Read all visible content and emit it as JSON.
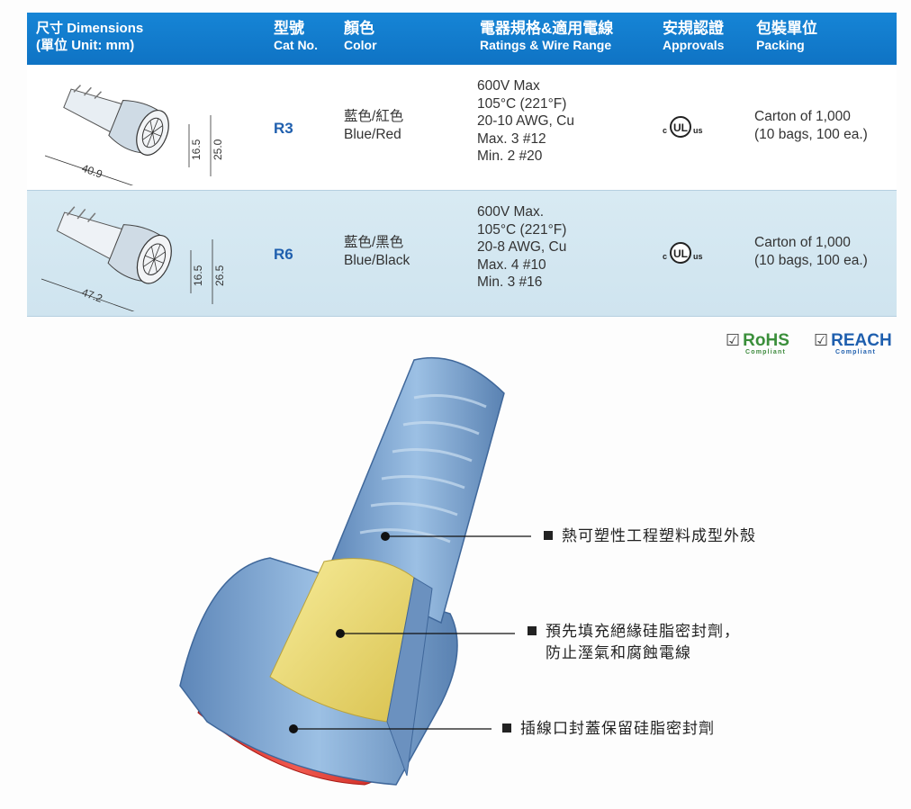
{
  "header": {
    "dimensions_zh": "尺寸",
    "dimensions_en": "Dimensions",
    "unit_zh": "單位",
    "unit_en": "Unit: mm",
    "cat_zh": "型號",
    "cat_en": "Cat No.",
    "color_zh": "顏色",
    "color_en": "Color",
    "ratings_zh": "電器規格&適用電線",
    "ratings_en": "Ratings & Wire Range",
    "approvals_zh": "安規認證",
    "approvals_en": "Approvals",
    "packing_zh": "包裝單位",
    "packing_en": "Packing"
  },
  "rows": [
    {
      "cat": "R3",
      "dim_length": "40.9",
      "dim_inner": "16.5",
      "dim_outer": "25.0",
      "color_zh": "藍色/紅色",
      "color_en": "Blue/Red",
      "ratings": [
        "600V Max",
        "105°C (221°F)",
        "20-10 AWG, Cu",
        "Max. 3 #12",
        "Min. 2 #20"
      ],
      "approval_mark": "UL",
      "approval_c": "c",
      "approval_us": "us",
      "packing": [
        "Carton of 1,000",
        "(10 bags, 100 ea.)"
      ]
    },
    {
      "cat": "R6",
      "dim_length": "47.2",
      "dim_inner": "16.5",
      "dim_outer": "26.5",
      "color_zh": "藍色/黑色",
      "color_en": "Blue/Black",
      "ratings": [
        "600V Max.",
        "105°C (221°F)",
        "20-8 AWG, Cu",
        "Max. 4 #10",
        "Min. 3 #16"
      ],
      "approval_mark": "UL",
      "approval_c": "c",
      "approval_us": "us",
      "packing": [
        "Carton of 1,000",
        "(10 bags, 100 ea.)"
      ]
    }
  ],
  "certs": {
    "check": "☑",
    "rohs": "RoHS",
    "rohs_sub": "Compliant",
    "reach": "REACH",
    "reach_sub": "Compliant"
  },
  "callouts": {
    "shell": "熱可塑性工程塑料成型外殼",
    "sealant_line1": "預先填充絕緣硅脂密封劑，",
    "sealant_line2": "防止溼氣和腐蝕電線",
    "cap": "插線口封蓋保留硅脂密封劑"
  },
  "colors": {
    "header_blue": "#1179cb",
    "cat_blue": "#1f5fae",
    "row_alt": "#d4e7f1",
    "shell_blue": "#7fa9d6",
    "sealant_yellow": "#f3e27a",
    "cap_red": "#e4403a"
  },
  "icons": [
    "ul-listing-icon",
    "check-box-icon",
    "connector-drawing"
  ]
}
